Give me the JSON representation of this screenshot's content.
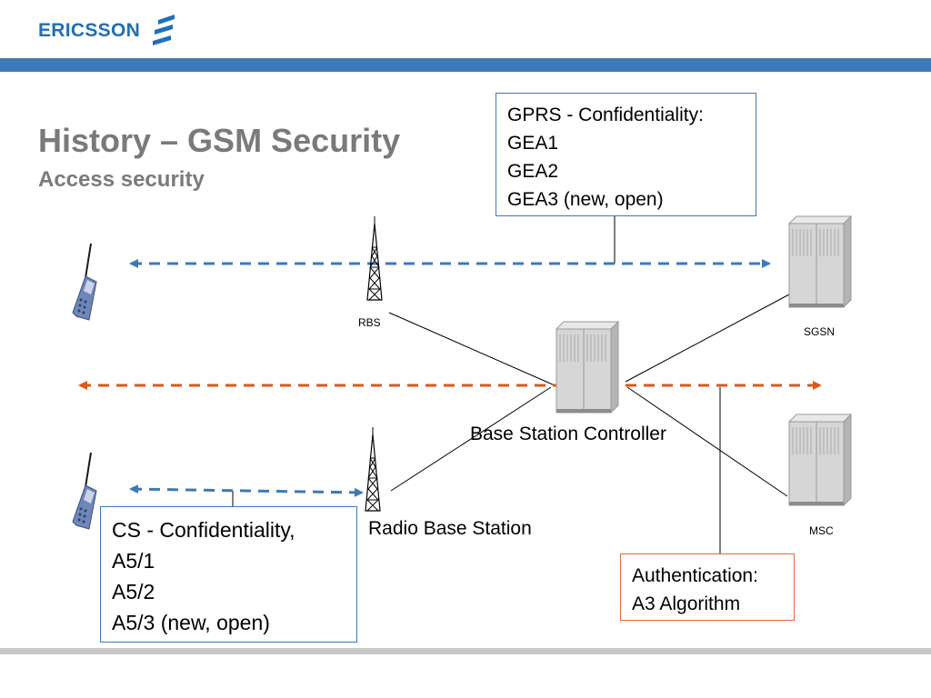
{
  "header": {
    "logo_text": "ERICSSON",
    "brand_color": "#1f70b8",
    "bar_color": "#3d79b6"
  },
  "slide": {
    "title": "History – GSM Security",
    "subtitle": "Access security"
  },
  "boxes": {
    "gprs": [
      "GPRS - Confidentiality:",
      "GEA1",
      "GEA2",
      "GEA3 (new, open)"
    ],
    "cs": [
      "CS - Confidentiality,",
      "A5/1",
      "A5/2",
      "A5/3 (new, open)"
    ],
    "auth": [
      "Authentication:",
      "A3 Algorithm"
    ]
  },
  "labels": {
    "rbs": "RBS",
    "sgsn": "SGSN",
    "msc": "MSC",
    "bsc": "Base Station Controller",
    "radio_base_station": "Radio Base Station"
  },
  "colors": {
    "blue_arrow": "#3d79b6",
    "orange_arrow": "#e0561b",
    "auth_border": "#e06a3b",
    "title_gray": "#7a7a7a"
  },
  "icons": {
    "phone": "mobile-phone-icon",
    "antenna": "antenna-tower-icon",
    "server": "server-cabinet-icon"
  }
}
